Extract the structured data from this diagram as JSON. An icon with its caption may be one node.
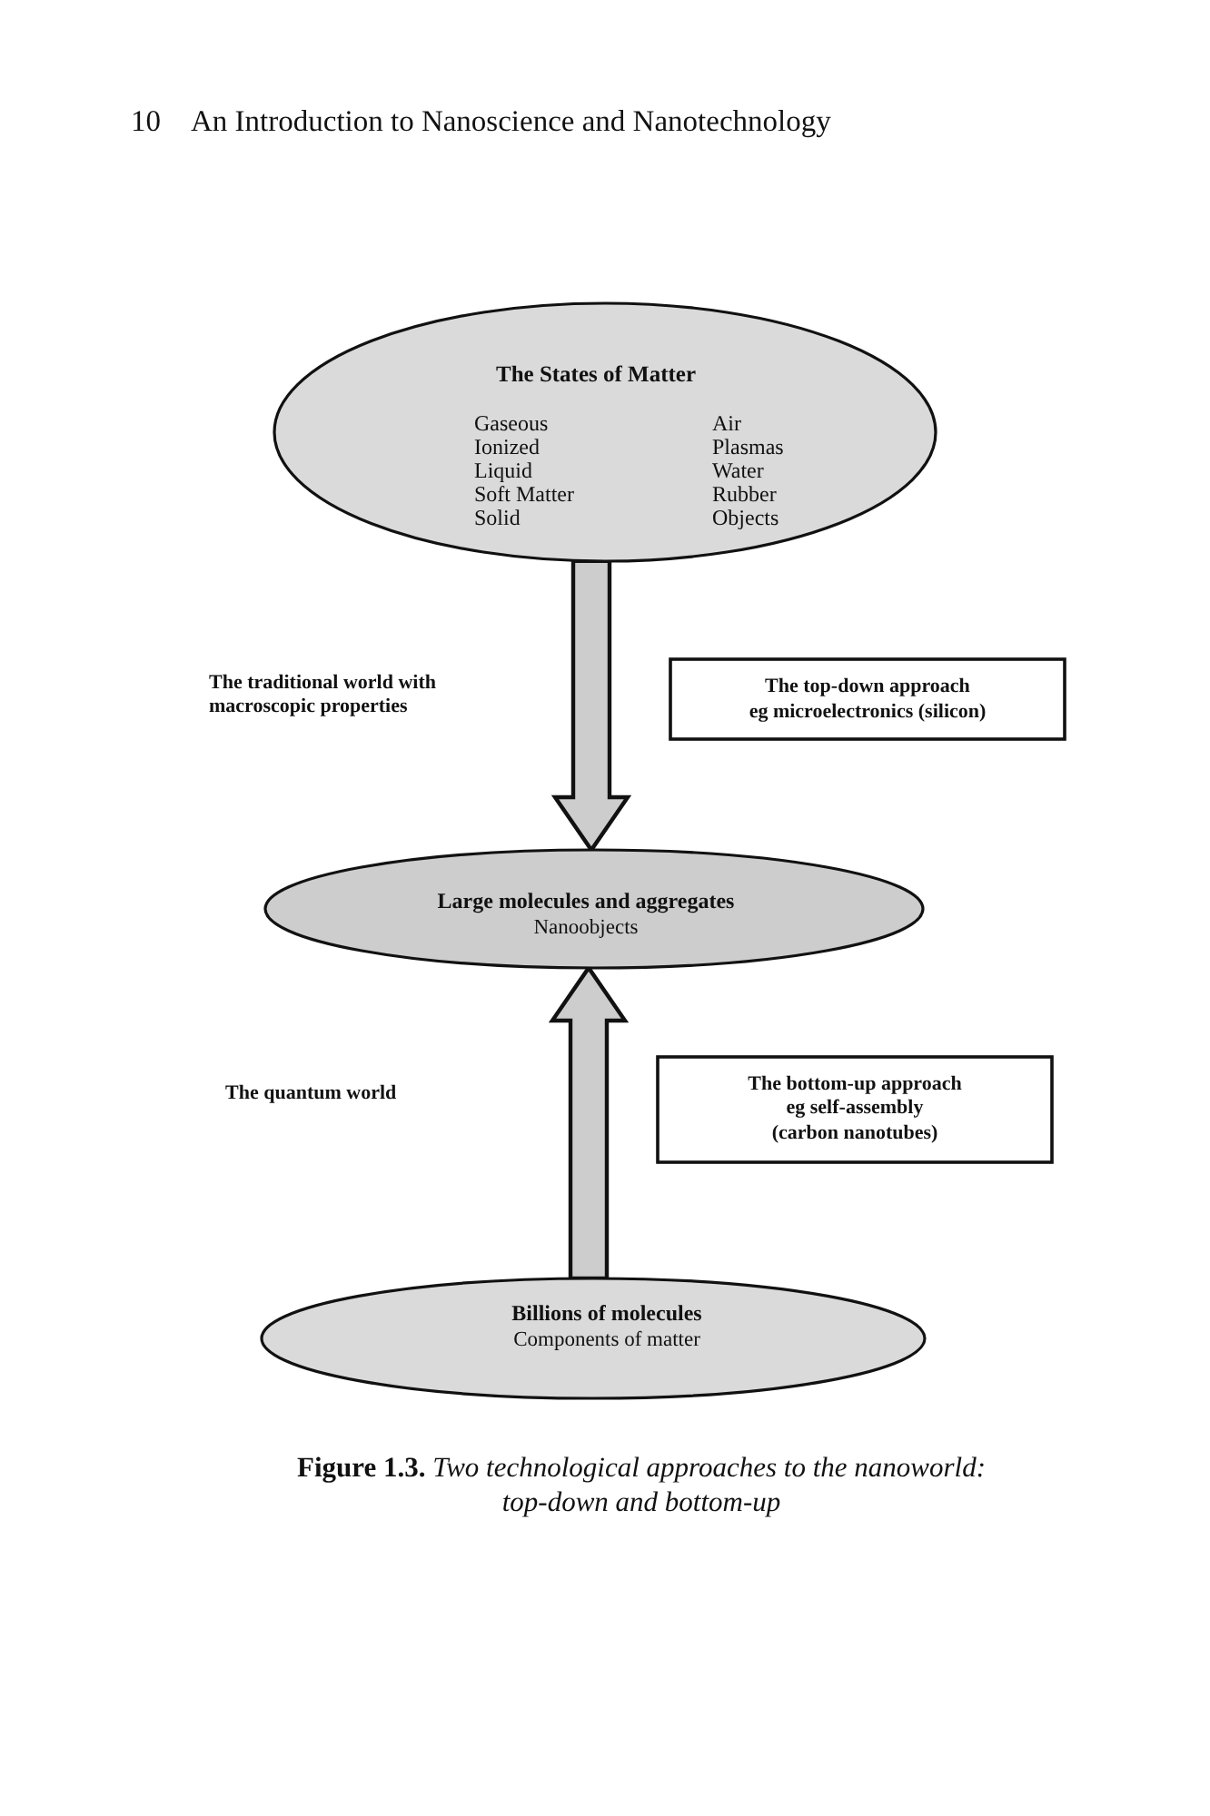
{
  "diagram": {
    "caption": "**Figure 1.3.** *Two technological approaches to the nanoworld: top-down and bottom-up*",
    "nodes": [
      {
        "text": [
          "The States of Matter",
          "Gaseous",
          "Air",
          "Ionized",
          "Plasmas",
          "Liquid",
          "Water",
          "Soft Matter",
          "Rubber",
          "Solid",
          "Objects"
        ]
      },
      {
        "text": [
          "The top-down approach",
          "eg microelectronics (silicon)"
        ]
      },
      {
        "text": [
          "Large molecules and aggregates",
          "Nanoobjects"
        ]
      },
      {
        "text": [
          "The bottom-up approach",
          "eg self-assembly (carbon nanotubes)"
        ]
      },
      {
        "text": [
          "Billions of molecules",
          "Components of matter"
        ]
      }
    ],
    "edges": [
      {
        "from": 0,
        "to": 2,
        "arrow": "to",
        "style": "thick"
      },
      {
        "from": 4,
        "to": 2,
        "arrow": "to",
        "style": "thick"
      }
    ],
    "labels": [
      "10",
      "An Introduction to Nanoscience and Nanotechnology",
      "The traditional world with macroscopic properties",
      "The quantum world"
    ]
  }
}
